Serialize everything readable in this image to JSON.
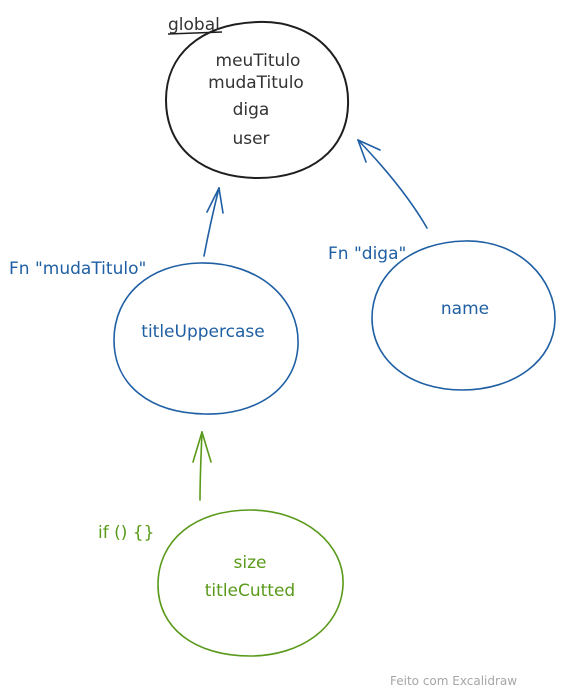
{
  "global": {
    "label": "global",
    "items": [
      "meuTitulo",
      "mudaTitulo",
      "diga",
      "user"
    ]
  },
  "mudaTitulo_scope": {
    "label": "Fn \"mudaTitulo\"",
    "items": [
      "titleUppercase"
    ]
  },
  "diga_scope": {
    "label": "Fn \"diga\"",
    "items": [
      "name"
    ]
  },
  "if_scope": {
    "label": "if () {}",
    "items": [
      "size",
      "titleCutted"
    ]
  },
  "footer": {
    "text": "Feito com Excalidraw"
  },
  "colors": {
    "black": "#1e1e1e",
    "blue": "#1f5fa3",
    "green": "#5a9a1a",
    "footer": "#a6a6a6"
  }
}
